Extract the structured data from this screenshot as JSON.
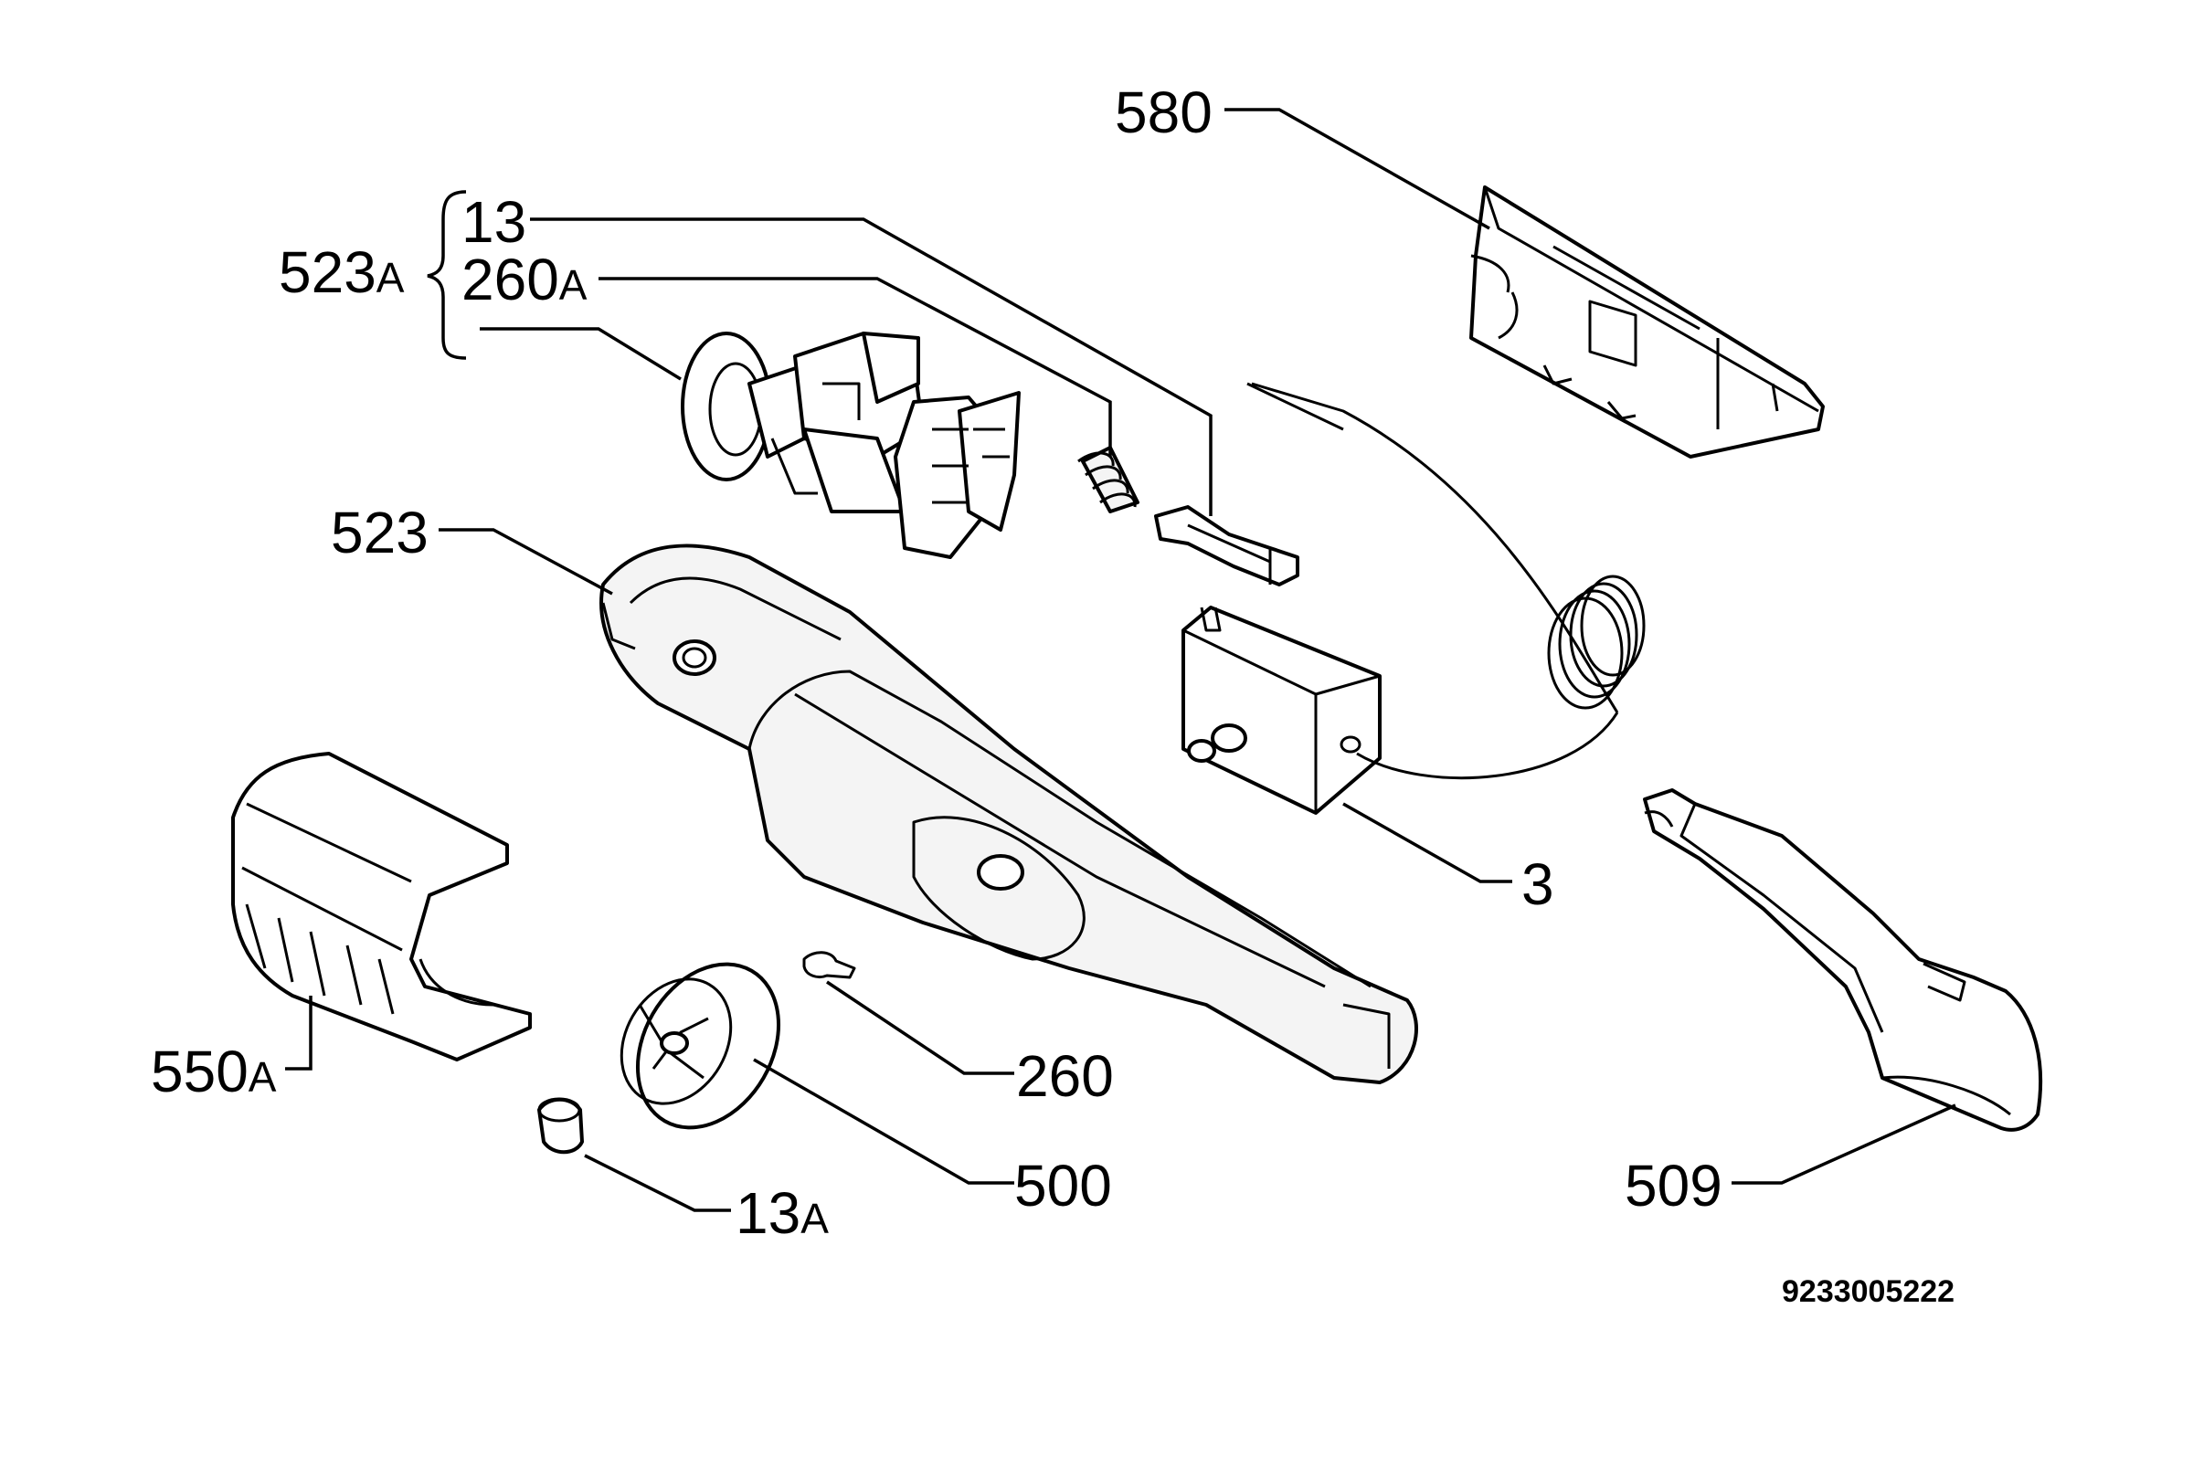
{
  "labels": {
    "l580": "580",
    "l13": "13",
    "l523A": "523",
    "l523A_suffix": "A",
    "l260A": "260",
    "l260A_suffix": "A",
    "l523": "523",
    "l3": "3",
    "l550A": "550",
    "l550A_suffix": "A",
    "l260": "260",
    "l500": "500",
    "l13A": "13",
    "l13A_suffix": "A",
    "l509": "509"
  },
  "diagram_code": "9233005222"
}
